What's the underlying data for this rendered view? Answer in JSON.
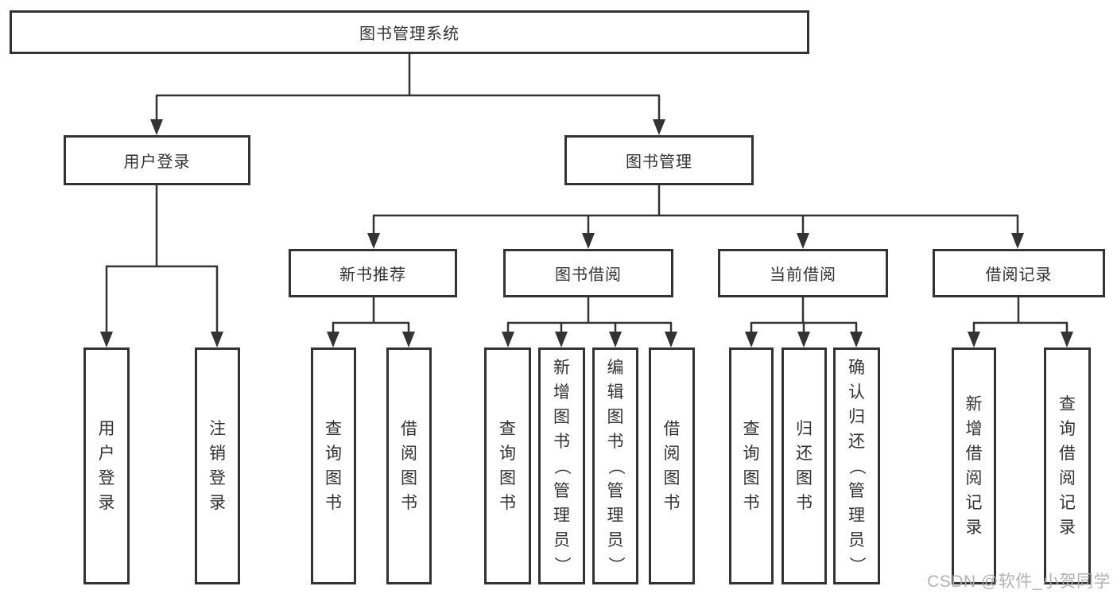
{
  "root": {
    "label": "图书管理系统"
  },
  "level2": [
    {
      "label": "用户登录"
    },
    {
      "label": "图书管理"
    }
  ],
  "level3": [
    {
      "label": "新书推荐"
    },
    {
      "label": "图书借阅"
    },
    {
      "label": "当前借阅"
    },
    {
      "label": "借阅记录"
    }
  ],
  "leaves": [
    {
      "label": "用户登录",
      "parent": "用户登录"
    },
    {
      "label": "注销登录",
      "parent": "用户登录"
    },
    {
      "label": "查询图书",
      "parent": "新书推荐"
    },
    {
      "label": "借阅图书",
      "parent": "新书推荐"
    },
    {
      "label": "查询图书",
      "parent": "图书借阅"
    },
    {
      "label": "新增图书（管理员）",
      "parent": "图书借阅"
    },
    {
      "label": "编辑图书（管理员）",
      "parent": "图书借阅"
    },
    {
      "label": "借阅图书",
      "parent": "图书借阅"
    },
    {
      "label": "查询图书",
      "parent": "当前借阅"
    },
    {
      "label": "归还图书",
      "parent": "当前借阅"
    },
    {
      "label": "确认归还（管理员）",
      "parent": "当前借阅"
    },
    {
      "label": "新增借阅记录",
      "parent": "借阅记录"
    },
    {
      "label": "查询借阅记录",
      "parent": "借阅记录"
    }
  ],
  "watermark": "CSDN @软件_小贺同学",
  "colors": {
    "line": "#333333",
    "box_border": "#333333",
    "box_fill": "#ffffff",
    "text": "#333333",
    "watermark": "#ababab"
  }
}
